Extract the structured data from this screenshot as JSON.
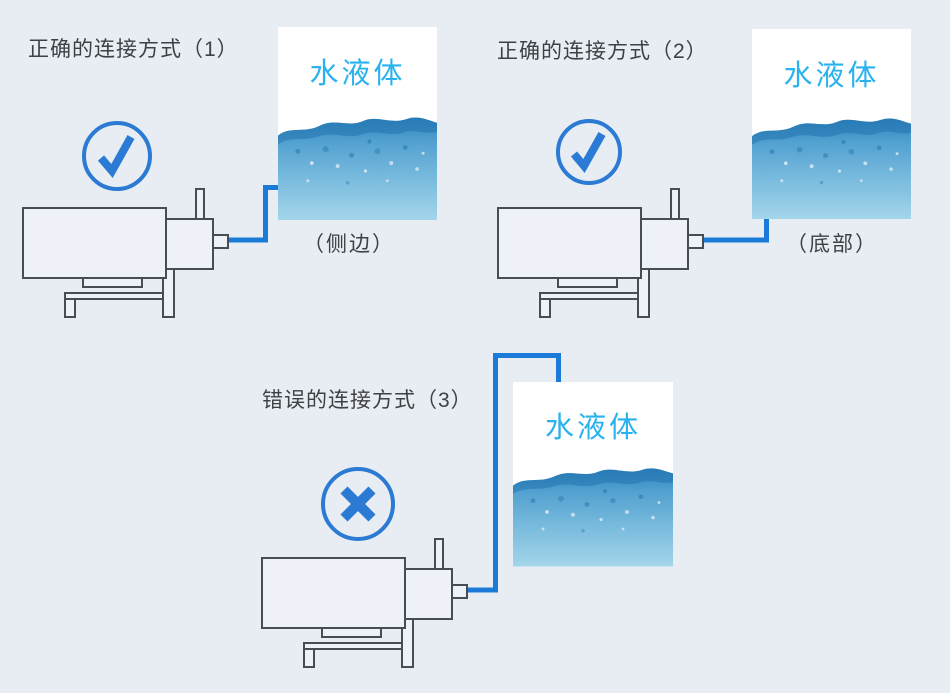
{
  "page": {
    "background_color": "#e8edf4",
    "pipe_color": "#1b7ad8",
    "mark_color": "#2b7ad3",
    "tank_label_color": "#29b2ee",
    "text_color": "#3e4043"
  },
  "diagrams": [
    {
      "title": "正确的连接方式（1）",
      "verdict": "correct",
      "mark_icon": "check-icon",
      "tank_label": "水液体",
      "connection_label": "（侧边）"
    },
    {
      "title": "正确的连接方式（2）",
      "verdict": "correct",
      "mark_icon": "check-icon",
      "tank_label": "水液体",
      "connection_label": "（底部）"
    },
    {
      "title": "错误的连接方式（3）",
      "verdict": "wrong",
      "mark_icon": "cross-icon",
      "tank_label": "水液体",
      "connection_label": ""
    }
  ]
}
